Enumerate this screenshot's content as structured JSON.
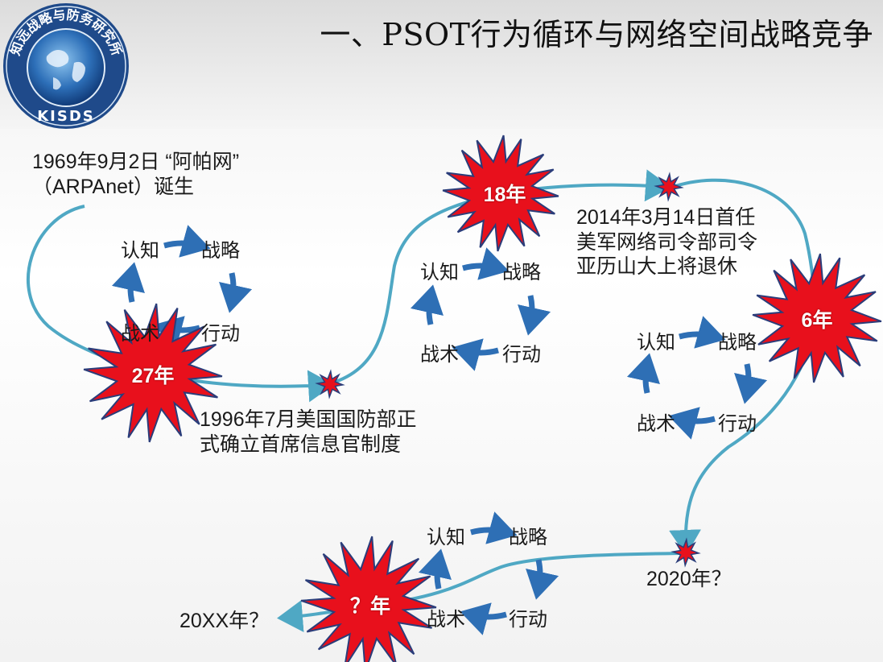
{
  "header": {
    "title": "一、PSOT行为循环与网络空间战略竞争",
    "logo": {
      "arc_text": "知远战略与防务研究所",
      "abbr": "KISDS"
    }
  },
  "colors": {
    "star_red": "#e8101c",
    "star_outline": "#2a3d7a",
    "path_teal": "#4fa8c4",
    "cycle_arrow": "#2e6fb5"
  },
  "events": {
    "arpanet_line1": "1969年9月2日 “阿帕网”",
    "arpanet_line2": "（ARPAnet）诞生",
    "cio_line1": "1996年7月美国国防部正",
    "cio_line2": "式确立首席信息官制度",
    "cybercom_line1": "2014年3月14日首任",
    "cybercom_line2": "美军网络司令部司令",
    "cybercom_line3": "亚历山大上将退休",
    "y2020": "2020年？",
    "y20xx": "20XX年？"
  },
  "stars": {
    "s27": "27年",
    "s18": "18年",
    "s6": "6年",
    "sq": "？年"
  },
  "cycle": {
    "cognition": "认知",
    "strategy": "战略",
    "action": "行动",
    "tactics": "战术"
  }
}
